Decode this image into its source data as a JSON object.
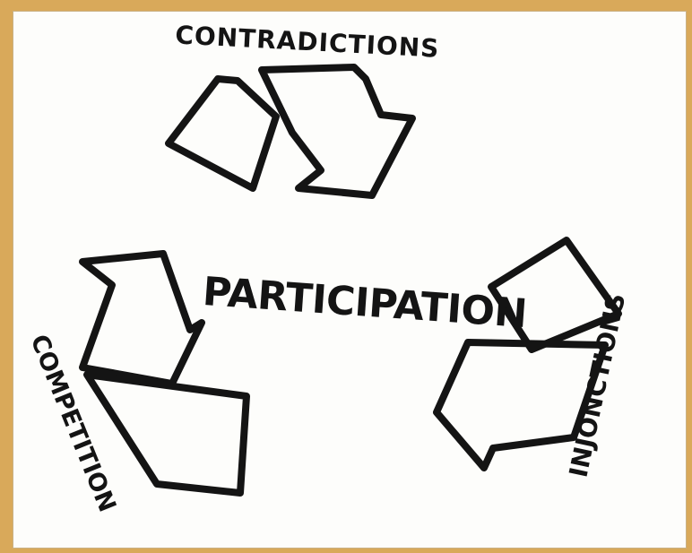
{
  "diagram": {
    "center_label": "PARTICIPATION",
    "labels": {
      "top": "CONTRADICTIONS",
      "left": "COMPETITION",
      "right": "INJONCTIONS"
    }
  },
  "colors": {
    "board": "#d9a95a",
    "paper": "#fdfdfb",
    "ink": "#141414"
  }
}
